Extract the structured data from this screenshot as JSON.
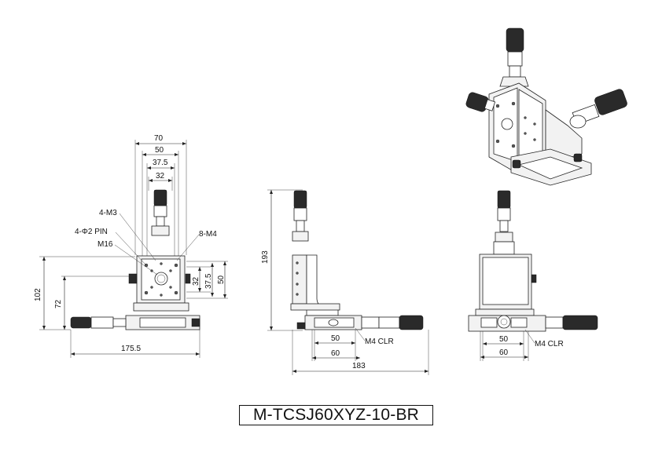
{
  "title": "M-TCSJ60XYZ-10-BR",
  "top_view": {
    "width_dims": [
      "70",
      "50",
      "37.5",
      "32"
    ],
    "callouts": [
      "4-M3",
      "4-Φ2 PIN",
      "M16",
      "8-M4"
    ],
    "height_dims": [
      "102",
      "72"
    ],
    "side_dims": [
      "32",
      "37.5",
      "50"
    ],
    "overall_width": "175.5"
  },
  "side_view": {
    "height": "193",
    "base_dims": [
      "50",
      "60"
    ],
    "overall_width": "183",
    "callout": "M4 CLR"
  },
  "front_view": {
    "base_dims": [
      "50",
      "60"
    ],
    "callout": "M4 CLR"
  }
}
